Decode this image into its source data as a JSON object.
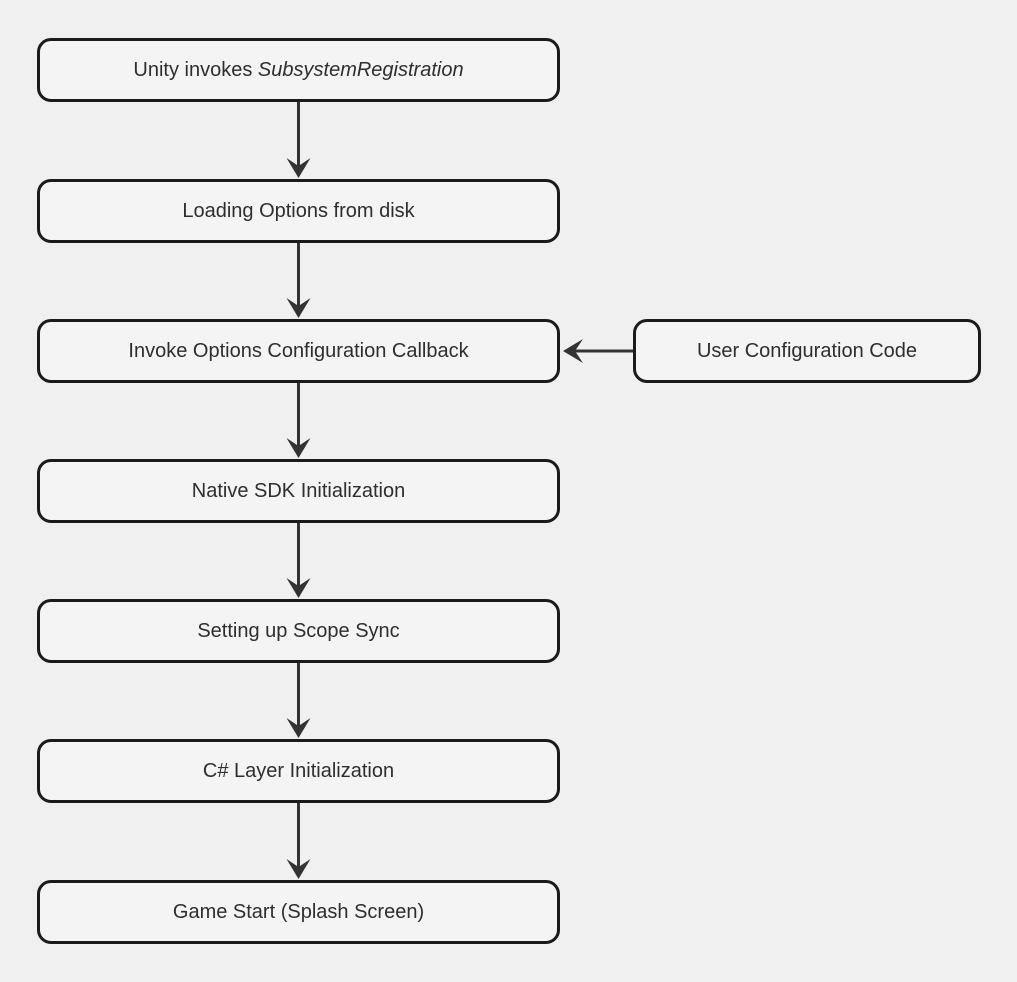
{
  "diagram": {
    "type": "flowchart",
    "direction": "top-down",
    "colors": {
      "background": "#f0f0f0",
      "node_fill": "#f4f4f4",
      "node_border": "#1b1b1b",
      "arrow": "#333333",
      "text": "#2e2e2e"
    },
    "nodes": [
      {
        "id": "unity-invokes-subsystem-registration",
        "label_prefix": "Unity invokes ",
        "label_italic": "SubsystemRegistration"
      },
      {
        "id": "loading-options-from-disk",
        "label": "Loading Options from disk"
      },
      {
        "id": "invoke-options-configuration-callback",
        "label": "Invoke Options Configuration Callback"
      },
      {
        "id": "native-sdk-initialization",
        "label": "Native SDK Initialization"
      },
      {
        "id": "setting-up-scope-sync",
        "label": "Setting up Scope Sync"
      },
      {
        "id": "csharp-layer-initialization",
        "label": "C# Layer Initialization"
      },
      {
        "id": "game-start-splash-screen",
        "label": "Game Start (Splash Screen)"
      },
      {
        "id": "user-configuration-code",
        "label": "User Configuration Code"
      }
    ],
    "edges": [
      {
        "from": "unity-invokes-subsystem-registration",
        "to": "loading-options-from-disk"
      },
      {
        "from": "loading-options-from-disk",
        "to": "invoke-options-configuration-callback"
      },
      {
        "from": "user-configuration-code",
        "to": "invoke-options-configuration-callback"
      },
      {
        "from": "invoke-options-configuration-callback",
        "to": "native-sdk-initialization"
      },
      {
        "from": "native-sdk-initialization",
        "to": "setting-up-scope-sync"
      },
      {
        "from": "setting-up-scope-sync",
        "to": "csharp-layer-initialization"
      },
      {
        "from": "csharp-layer-initialization",
        "to": "game-start-splash-screen"
      }
    ]
  }
}
